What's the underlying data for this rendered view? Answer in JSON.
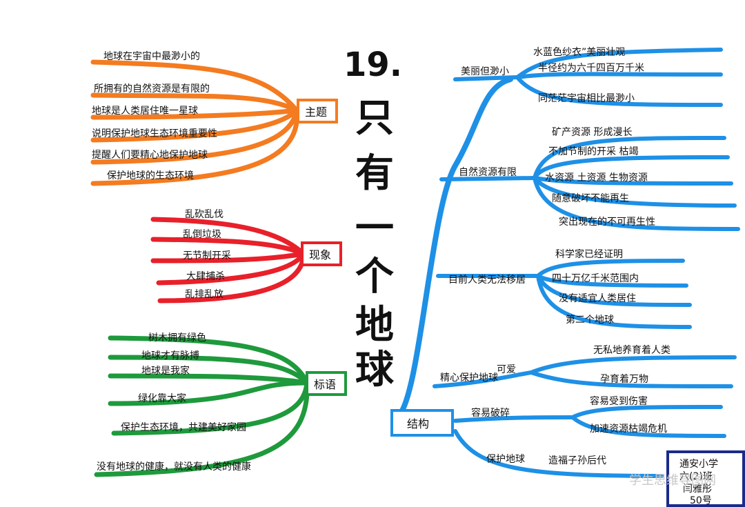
{
  "title": {
    "number": "19.",
    "chars": [
      "只",
      "有",
      "一",
      "个",
      "地",
      "球"
    ]
  },
  "colors": {
    "orange": "#f47b20",
    "red": "#e8202a",
    "green": "#1e9a3c",
    "blue": "#1e90e6",
    "navy": "#1a2a8a"
  },
  "theme": {
    "label": "主题",
    "items": [
      "地球在宇宙中最渺小的",
      "所拥有的自然资源是有限的",
      "地球是人类居住唯一星球",
      "说明保护地球生态环境重要性",
      "提醒人们要精心地保护地球",
      "保护地球的生态环境"
    ]
  },
  "phenomenon": {
    "label": "现象",
    "items": [
      "乱砍乱伐",
      "乱倒垃圾",
      "无节制开采",
      "大肆捕杀",
      "乱排乱放"
    ]
  },
  "slogan": {
    "label": "标语",
    "items": [
      "树木拥有绿色",
      "地球才有脉搏",
      "地球是我家",
      "绿化靠大家",
      "保护生态环境，共建美好家园",
      "没有地球的健康，就没有人类的健康"
    ]
  },
  "structure": {
    "label": "结构",
    "branches": [
      {
        "label": "美丽但渺小",
        "leaves": [
          "水蓝色纱衣”美丽壮观",
          "半径约为六千四百万千米",
          "同茫茫宇宙相比最渺小"
        ]
      },
      {
        "label": "自然资源有限",
        "leaves": [
          "矿产资源 形成漫长",
          "不加节制的开采 枯竭",
          "水资源 土资源 生物资源",
          "随意破坏不能再生",
          "突出现在的不可再生性"
        ]
      },
      {
        "label": "目前人类无法移居",
        "leaves": [
          "科学家已经证明",
          "四十万亿千米范围内",
          "没有适宜人类居住",
          "第二个地球"
        ]
      },
      {
        "label": "精心保护地球",
        "sub": "可爱",
        "leaves": [
          "无私地养育着人类",
          "孕育着万物"
        ]
      },
      {
        "label": "容易破碎",
        "leaves": [
          "容易受到伤害",
          "加速资源枯竭危机"
        ]
      },
      {
        "label": "保护地球",
        "leaves": [
          "造福子孙后代"
        ]
      }
    ]
  },
  "author": {
    "school": "通安小学",
    "cls": "六(2)班",
    "name": "闫雅彤",
    "num": "50号"
  },
  "watermark": "学生思维导图网"
}
